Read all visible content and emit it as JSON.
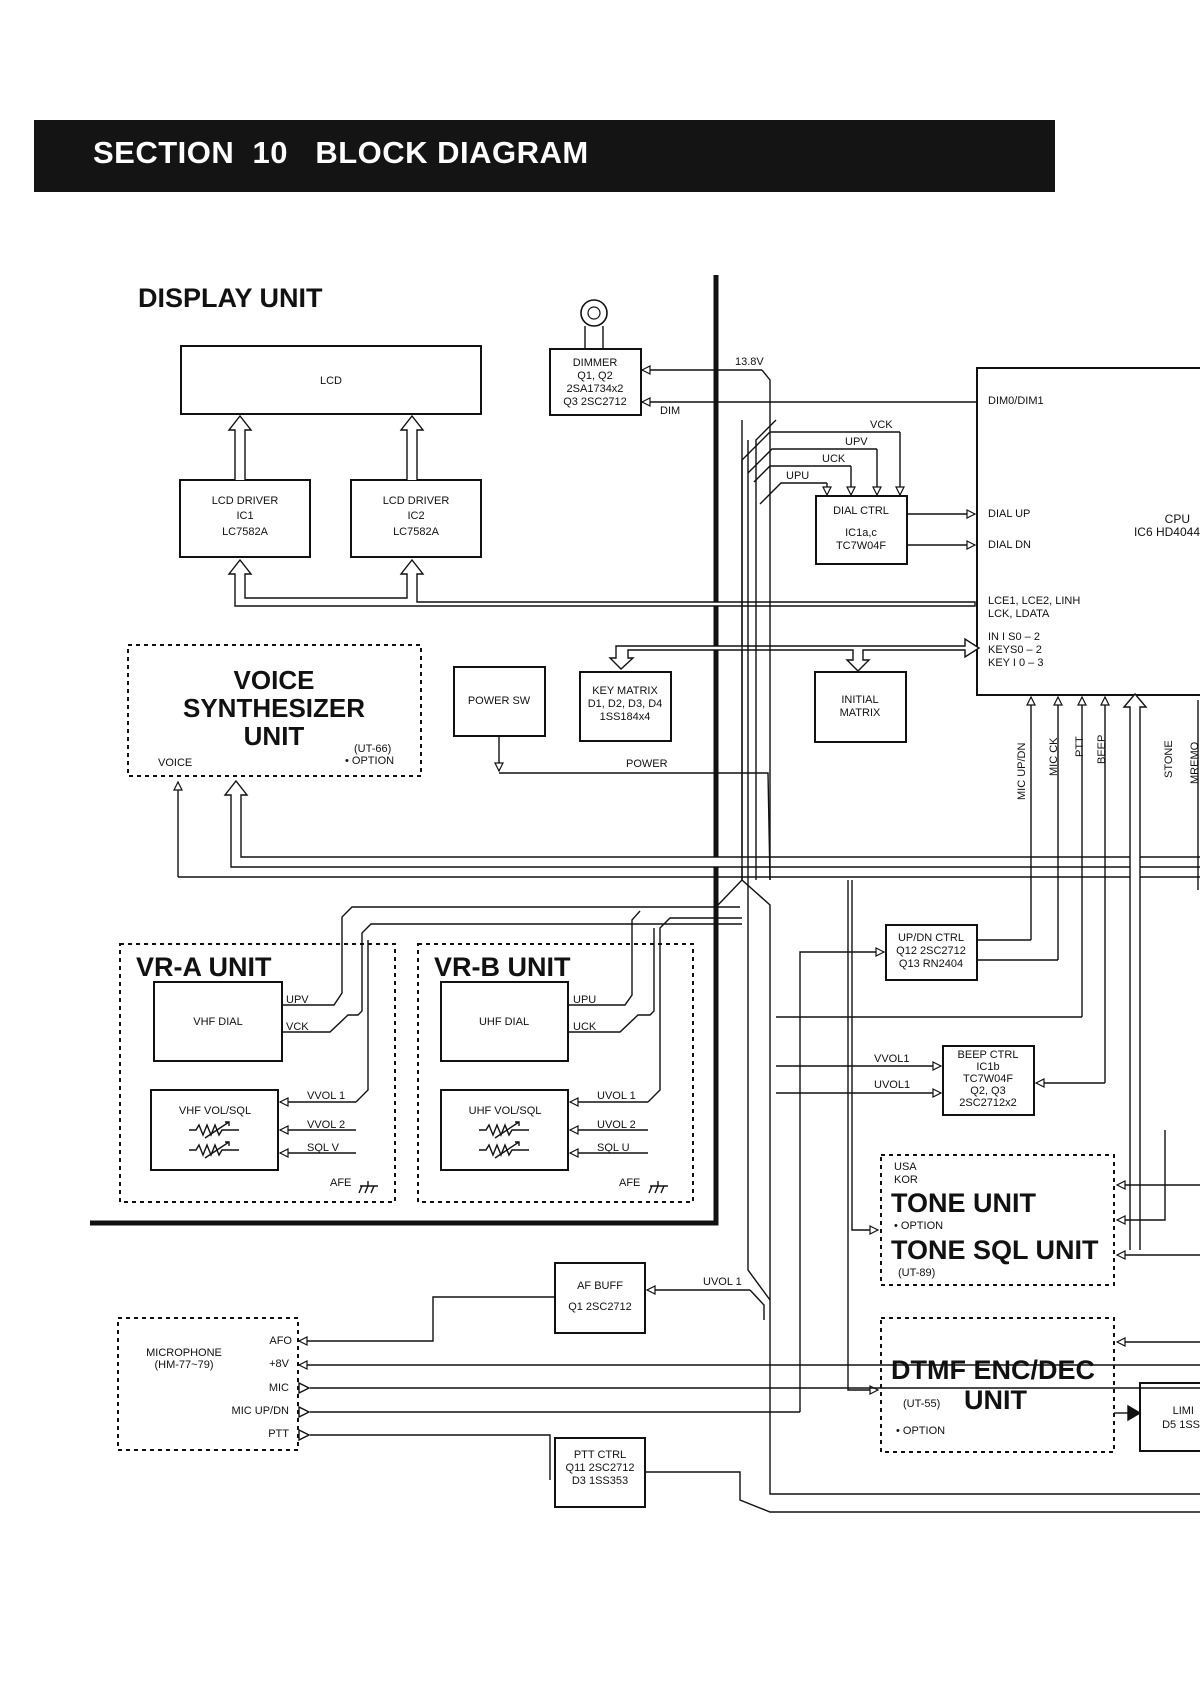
{
  "header": {
    "title": "SECTION  10   BLOCK DIAGRAM"
  },
  "display_unit": {
    "title": "DISPLAY UNIT",
    "lcd": "LCD",
    "driver1": [
      "LCD DRIVER",
      "IC1",
      "LC7582A"
    ],
    "driver2": [
      "LCD DRIVER",
      "IC2",
      "LC7582A"
    ]
  },
  "dimmer": [
    "DIMMER",
    "Q1, Q2",
    "2SA1734x2",
    "Q3 2SC2712"
  ],
  "voice_unit": {
    "title": [
      "VOICE",
      "SYNTHESIZER",
      "UNIT"
    ],
    "model": "(UT-66)",
    "option": "• OPTION",
    "voice_label": "VOICE"
  },
  "power_sw": "POWER SW",
  "key_matrix": [
    "KEY MATRIX",
    "D1, D2, D3, D4",
    "1SS184x4"
  ],
  "initial_matrix": [
    "INITIAL",
    "MATRIX"
  ],
  "dial_ctrl": [
    "DIAL CTRL",
    "IC1a,c",
    "TC7W04F"
  ],
  "updn_ctrl": [
    "UP/DN CTRL",
    "Q12 2SC2712",
    "Q13 RN2404"
  ],
  "beep_ctrl": [
    "BEEP CTRL",
    "IC1b",
    "TC7W04F",
    "Q2, Q3",
    "2SC2712x2"
  ],
  "af_buff": [
    "AF BUFF",
    "Q1 2SC2712"
  ],
  "ptt_ctrl": [
    "PTT CTRL",
    "Q11 2SC2712",
    "D3 1SS353"
  ],
  "vra": {
    "title": "VR-A UNIT",
    "dial": "VHF DIAL",
    "volsql": "VHF VOL/SQL",
    "pins": [
      "UPV",
      "VCK",
      "VVOL 1",
      "VVOL 2",
      "SQL V",
      "AFE"
    ]
  },
  "vrb": {
    "title": "VR-B UNIT",
    "dial": "UHF DIAL",
    "volsql": "UHF VOL/SQL",
    "pins": [
      "UPU",
      "UCK",
      "UVOL 1",
      "UVOL 2",
      "SQL U",
      "AFE"
    ]
  },
  "microphone": {
    "title": [
      "MICROPHONE",
      "(HM-77~79)"
    ],
    "pins": [
      "AFO",
      "+8V",
      "MIC",
      "MIC UP/DN",
      "PTT"
    ]
  },
  "cpu": {
    "name": [
      "CPU",
      "IC6  HD4044"
    ],
    "ports": [
      "DIM0/DIM1",
      "DIAL UP",
      "DIAL DN",
      "LCE1, LCE2, LINH",
      "LCK, LDATA",
      "IN I S0 – 2",
      "KEYS0 – 2",
      "KEY I 0 – 3"
    ],
    "bottom_ports": [
      "MIC UP/DN",
      "MIC CK",
      "PTT",
      "BEEP",
      "STONE",
      "MREMO"
    ]
  },
  "tone_unit": {
    "regions": [
      "USA",
      "KOR"
    ],
    "title1": "TONE UNIT",
    "option": "• OPTION",
    "title2": "TONE SQL UNIT",
    "model": "(UT-89)"
  },
  "dtmf_unit": {
    "title1": "DTMF ENC/DEC",
    "model": "(UT-55)",
    "title2": "UNIT",
    "option": "• OPTION"
  },
  "limiter": [
    "LIMI",
    "D5 1SS"
  ],
  "signals": {
    "v138": "13.8V",
    "dim": "DIM",
    "vck": "VCK",
    "upv": "UPV",
    "uck": "UCK",
    "upu": "UPU",
    "power": "POWER",
    "vvol1": "VVOL1",
    "uvol1": "UVOL1",
    "uvol1b": "UVOL 1"
  }
}
